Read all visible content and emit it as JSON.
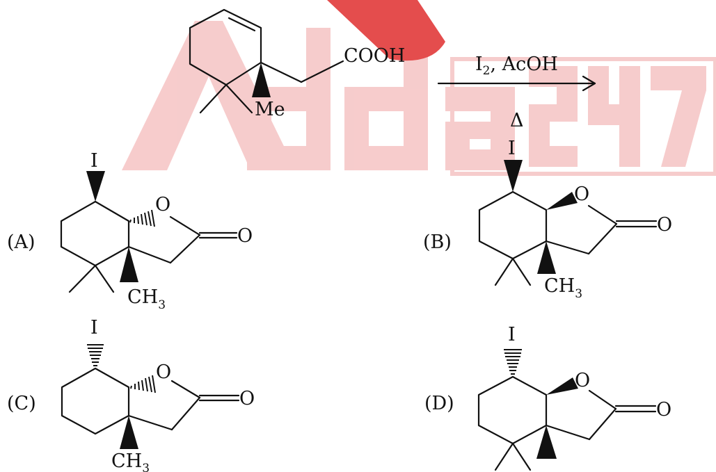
{
  "watermark": {
    "text": "Adda247",
    "color": "#f7caca"
  },
  "reaction": {
    "substituent_acid": "COOH",
    "substituent_methyl": "Me",
    "reagent": "I",
    "reagent_sub": "2",
    "reagent_rest": ", AcOH",
    "condition": "Δ"
  },
  "options": [
    {
      "label": "(A)",
      "iodo": "I",
      "methyl": "CH",
      "methyl_sub": "3",
      "oxygen_ring": "O",
      "oxygen_carbonyl": "O"
    },
    {
      "label": "(B)",
      "iodo": "I",
      "methyl": "CH",
      "methyl_sub": "3",
      "oxygen_ring": "O",
      "oxygen_carbonyl": "O"
    },
    {
      "label": "(C)",
      "iodo": "I",
      "methyl": "CH",
      "methyl_sub": "3",
      "oxygen_ring": "O",
      "oxygen_carbonyl": "O"
    },
    {
      "label": "(D)",
      "iodo": "I",
      "oxygen_ring": "O",
      "oxygen_carbonyl": "O"
    }
  ]
}
